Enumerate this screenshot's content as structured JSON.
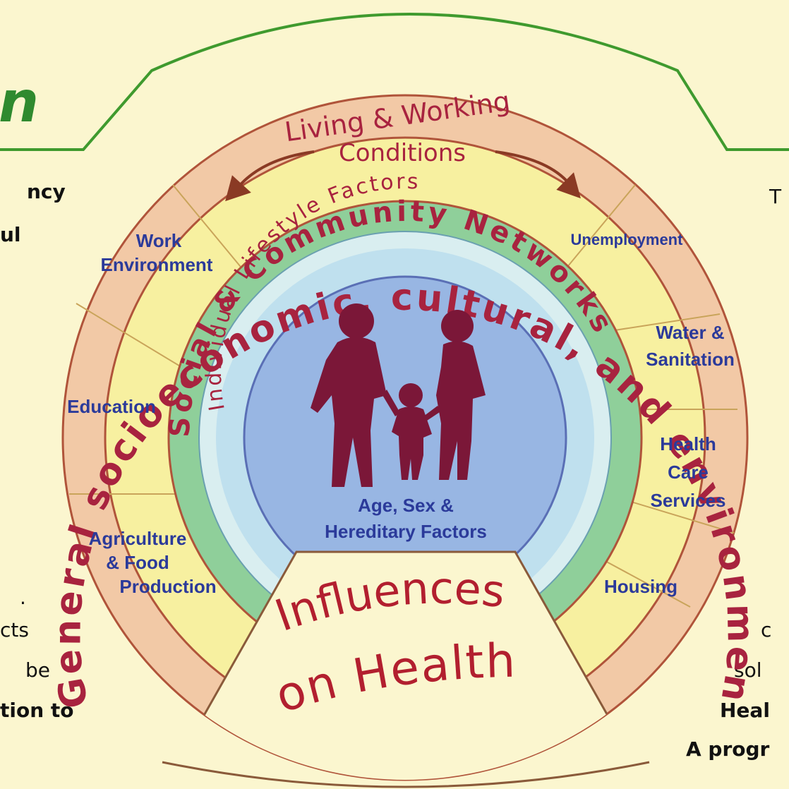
{
  "fragments": {
    "title_fragment": "n",
    "left": [
      "ncy",
      "ul",
      ".",
      "cts",
      "be",
      "tion   to"
    ],
    "right": [
      "T",
      "c",
      "sol",
      "Heal",
      "A progr"
    ]
  },
  "rings": {
    "outer_text": "General socioeconomic, cultural, and environmental conditions",
    "living_title": "Living & Working",
    "living_subtitle": "Conditions",
    "social_text": "Social & Community Networks",
    "lifestyle_text": "Individual Lifestyle Factors"
  },
  "sectors": {
    "left": [
      "Work Environment",
      "Education",
      "Agriculture & Food Production"
    ],
    "right": [
      "Unemployment",
      "Water & Sanitation",
      "Health Care Services",
      "Housing"
    ]
  },
  "center": {
    "label_line1": "Age, Sex &",
    "label_line2": "Hereditary Factors"
  },
  "bottom": {
    "line1": "Influences",
    "line2": "on Health"
  },
  "colors": {
    "background": "#fbf6cf",
    "outer_ring": "#f2c9a6",
    "outer_text": "#a8233f",
    "living_band": "#f7f0a0",
    "social_ring": "#8fcf9a",
    "lifestyle_ring": "#bfe0ee",
    "center": "#98b6e3",
    "figures": "#7b1738",
    "green_line": "#3f9a2e",
    "title_green": "#2f8a2f",
    "brown_line": "#8a5a3a"
  },
  "icons": [
    "family-figures-icon",
    "left-arrow-icon",
    "right-arrow-icon"
  ]
}
